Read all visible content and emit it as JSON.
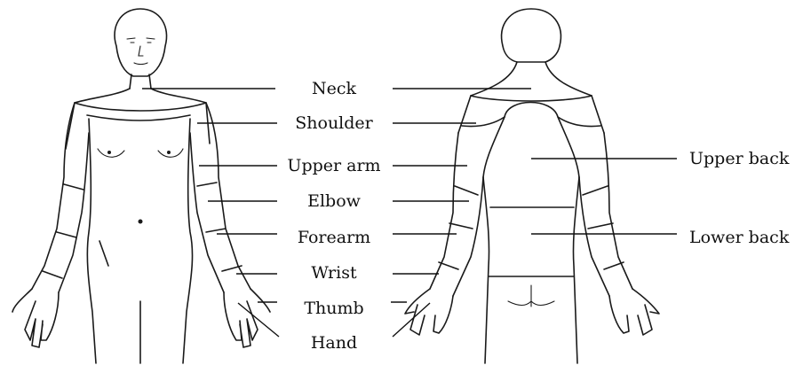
{
  "labels": {
    "neck": "Neck",
    "shoulder": "Shoulder",
    "upper_arm": "Upper arm",
    "elbow": "Elbow",
    "forearm": "Forearm",
    "wrist": "Wrist",
    "thumb": "Thumb",
    "hand": "Hand",
    "upper_back": "Upper back",
    "lower_back": "Lower back"
  },
  "colors": {
    "line": "#1a1a1a",
    "background": "#ffffff"
  }
}
